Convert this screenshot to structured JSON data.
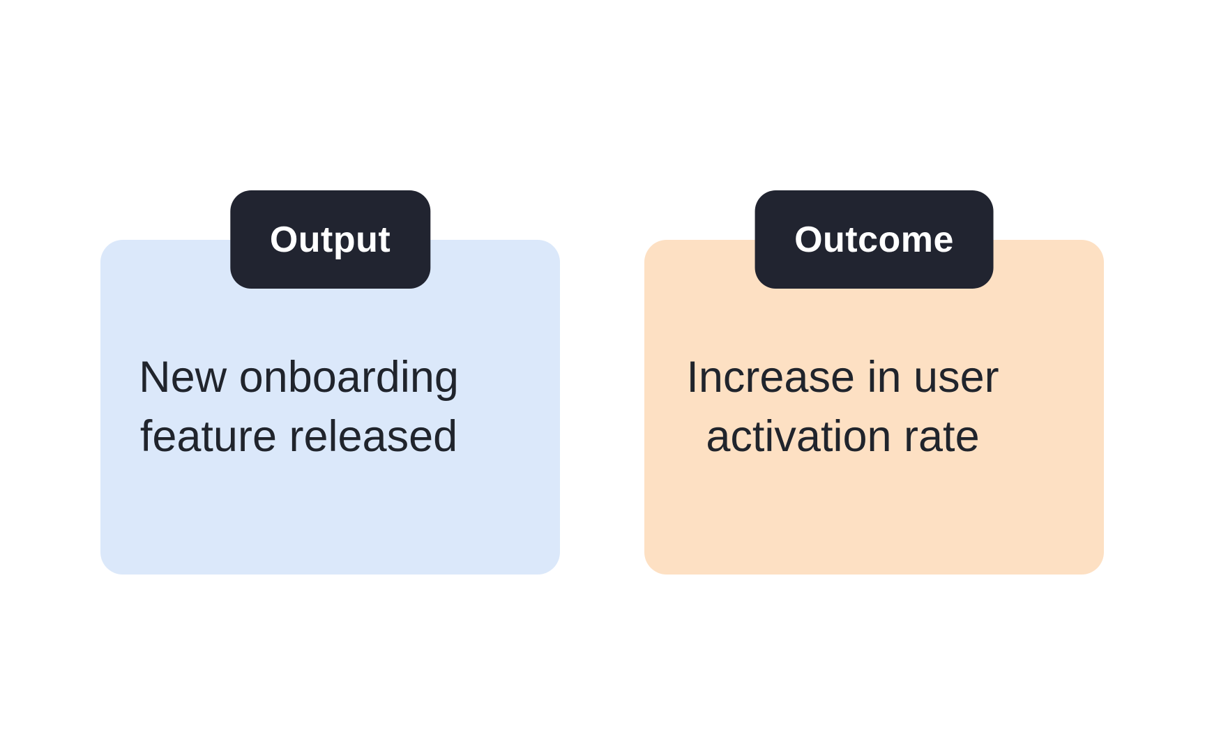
{
  "colors": {
    "background": "#ffffff",
    "badge_background": "#212430",
    "badge_text": "#ffffff",
    "card_text": "#20242c",
    "output_card_background": "#dbe8fa",
    "outcome_card_background": "#fde0c3"
  },
  "cards": [
    {
      "id": "output",
      "badge": "Output",
      "text_lines": [
        "New onboarding",
        "feature released"
      ]
    },
    {
      "id": "outcome",
      "badge": "Outcome",
      "text_lines": [
        "Increase in user",
        "activation rate"
      ]
    }
  ]
}
